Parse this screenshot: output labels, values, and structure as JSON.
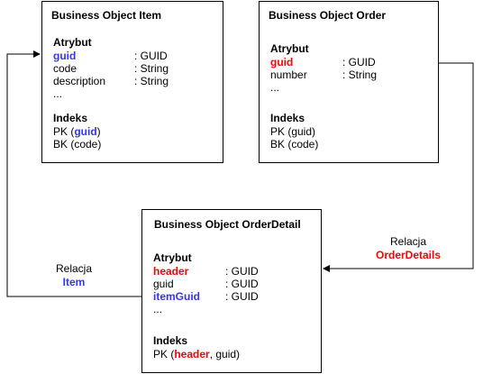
{
  "colors": {
    "line": "#000000",
    "blue_highlight": "#3333ff",
    "red_highlight": "#ff0000"
  },
  "item": {
    "title": "Business Object Item",
    "attr_heading": "Atrybut",
    "attributes": [
      {
        "name": "guid",
        "type": ": GUID"
      },
      {
        "name": "code",
        "type": ": String"
      },
      {
        "name": "description",
        "type": ": String"
      }
    ],
    "ellipsis": "...",
    "index_heading": "Indeks",
    "pk_prefix": "PK (",
    "pk_field": "guid",
    "pk_suffix": ")",
    "bk": "BK (code)"
  },
  "order": {
    "title": "Business Object Order",
    "attr_heading": "Atrybut",
    "attributes": [
      {
        "name": "guid",
        "type": ": GUID"
      },
      {
        "name": "number",
        "type": ": String"
      }
    ],
    "ellipsis": "...",
    "index_heading": "Indeks",
    "pk": "PK (guid)",
    "bk": "BK (code)"
  },
  "order_detail": {
    "title": "Business Object OrderDetail",
    "attr_heading": "Atrybut",
    "attributes": [
      {
        "name": "header",
        "type": ": GUID"
      },
      {
        "name": "guid",
        "type": ": GUID"
      },
      {
        "name": "itemGuid",
        "type": ": GUID"
      }
    ],
    "ellipsis": "...",
    "index_heading": "Indeks",
    "pk_prefix": "PK (",
    "pk_field": "header",
    "pk_suffix": ", guid)"
  },
  "relations": {
    "item": {
      "label": "Relacja",
      "name": "Item"
    },
    "order_details": {
      "label": "Relacja",
      "name": "OrderDetails"
    }
  }
}
